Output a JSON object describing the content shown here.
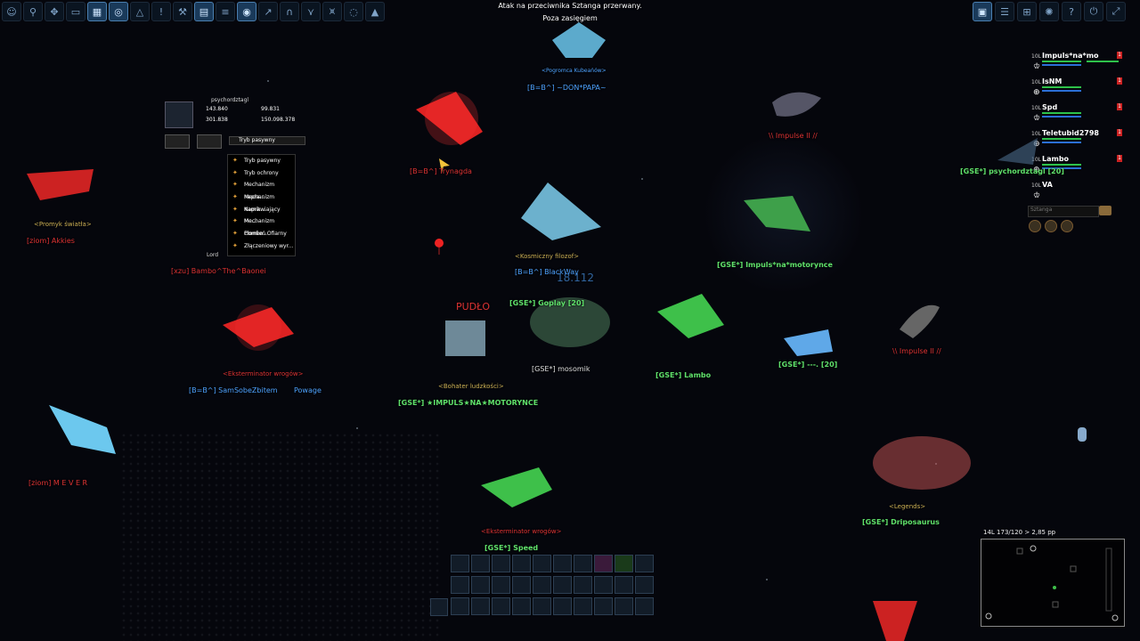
{
  "messages": {
    "line1": "Atak na przeciwnika Sztanga przerwany.",
    "line2": "Poza zasięgiem"
  },
  "toolbar_left": [
    "user-icon",
    "rocket-icon",
    "skill-icon",
    "ship-icon",
    "hangar-icon",
    "target-icon",
    "clan-icon",
    "alert-icon",
    "wrench-icon",
    "map-icon",
    "list-icon",
    "globe-icon",
    "chart-icon",
    "headset-icon",
    "bird-icon",
    "fleet-icon",
    "eye-icon",
    "triangle-icon"
  ],
  "toolbar_right": [
    "chat-icon",
    "quest-icon",
    "shop-icon",
    "gear-icon",
    "help-icon",
    "power-icon",
    "fullscreen-icon"
  ],
  "group": {
    "members": [
      {
        "level": "10L",
        "name": "Impuls*na*mo",
        "badge": "1"
      },
      {
        "level": "10L",
        "name": "IsNM",
        "badge": "1"
      },
      {
        "level": "10L",
        "name": "Spd",
        "badge": "1"
      },
      {
        "level": "10L",
        "name": "Teletubid2798",
        "badge": "1"
      },
      {
        "level": "10L",
        "name": "Lambo",
        "badge": "1"
      },
      {
        "level": "10L",
        "name": "VA",
        "badge": ""
      }
    ],
    "search_value": "Sztanga"
  },
  "target_panel": {
    "name": "psychordztagl",
    "stats": [
      "143.840",
      "301.838",
      "99.831",
      "150.098.378"
    ],
    "mode_selected": "Tryb pasywny",
    "mode_options": [
      "Tryb pasywny",
      "Tryb ochrony",
      "Mechanizm napra...",
      "Mechanizm Kamik...",
      "Naprawiający Me...",
      "Mechanizm Combo...",
      "Płomień Ofiarny",
      "Złączeniowy wyr..."
    ]
  },
  "labels": [
    {
      "text": "<Pogromca Kubeańów>",
      "cls": "b"
    },
    {
      "text": "[B=B^] ~DON*PAPA~",
      "cls": "b"
    },
    {
      "text": "\\\\ Impulse II //",
      "cls": "r"
    },
    {
      "text": "[GSE*] psychordztagl [20]",
      "cls": "g"
    },
    {
      "text": "<Promyk światła>",
      "cls": "y"
    },
    {
      "text": "[ziom] Akkies",
      "cls": "r"
    },
    {
      "text": "[xzu] Bambo^The^Baonei",
      "cls": "r"
    },
    {
      "text": "<Kosmiczny filozof>",
      "cls": "y"
    },
    {
      "text": "[B=B^] BlackWay",
      "cls": "b"
    },
    {
      "text": "[GSE*] Goplay [20]",
      "cls": "g"
    },
    {
      "text": "[GSE*] Impuls*na*motorynce",
      "cls": "g"
    },
    {
      "text": "PUDŁO",
      "cls": "r"
    },
    {
      "text": "[GSE*] mosomik",
      "cls": "t"
    },
    {
      "text": "[GSE*] Lambo",
      "cls": "g"
    },
    {
      "text": "[GSE*] ---. [20]",
      "cls": "g"
    },
    {
      "text": "\\\\ Impulse II //",
      "cls": "r"
    },
    {
      "text": "<Eksterminator wrogów>",
      "cls": "r"
    },
    {
      "text": "[B=B^] SamSobeZbitem",
      "cls": "b"
    },
    {
      "text": "Powage",
      "cls": "b"
    },
    {
      "text": "<Bohater ludzkości>",
      "cls": "y"
    },
    {
      "text": "[GSE*] ★IMPULS★NA★MOTORYNCE",
      "cls": "g"
    },
    {
      "text": "[ziom] M E V E R",
      "cls": "r"
    },
    {
      "text": "<Eksterminator wrogów>",
      "cls": "r"
    },
    {
      "text": "[GSE*] Speed",
      "cls": "g"
    },
    {
      "text": "<Legends>",
      "cls": "y"
    },
    {
      "text": "[GSE*] Driposaurus",
      "cls": "g"
    },
    {
      "text": "[B=B^] Trynagda",
      "cls": "r"
    },
    {
      "text": "Lord",
      "cls": "t"
    },
    {
      "text": "18.112",
      "cls": "b"
    }
  ],
  "minimap": {
    "status": "14L 173/120 > 2,85 pp"
  },
  "colors": {
    "ally": "#5fe06a",
    "enemy": "#d33333",
    "neutral": "#4ea3ff"
  }
}
